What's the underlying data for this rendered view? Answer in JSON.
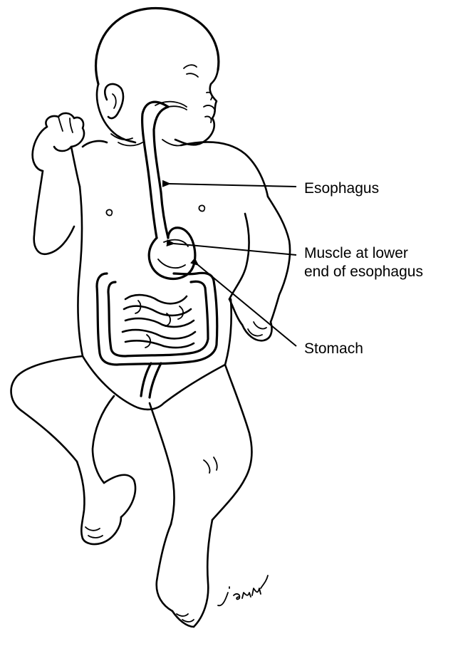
{
  "labels": {
    "esophagus": "Esophagus",
    "muscle_line1": "Muscle at lower",
    "muscle_line2": "end of esophagus",
    "stomach": "Stomach"
  },
  "signature": "jenny",
  "colors": {
    "ink": "#000000",
    "background": "#ffffff"
  }
}
